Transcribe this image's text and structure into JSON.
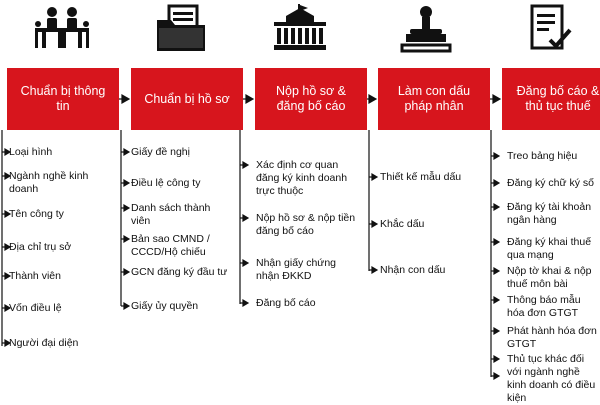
{
  "columns": [
    {
      "title": "Chuẩn bị thông tin",
      "icon": "meeting-icon",
      "items": [
        "Loại hình",
        "Ngành nghề kinh doanh",
        "Tên công ty",
        "Địa chỉ trụ sở",
        "Thành viên",
        "Vốn điều lệ",
        "Người đại diện"
      ]
    },
    {
      "title": "Chuẩn bị hồ sơ",
      "icon": "folder-icon",
      "items": [
        "Giấy đề nghị",
        "Điều lệ công ty",
        "Danh sách thành viên",
        "Bản sao CMND / CCCD/Hộ chiếu",
        "GCN đăng ký đầu tư",
        "Giấy ủy quyền"
      ]
    },
    {
      "title": "Nộp hồ sơ & đăng bố cáo",
      "icon": "government-building-icon",
      "items": [
        "Xác định cơ quan đăng ký kinh doanh trực thuộc",
        "Nộp hồ sơ & nộp tiền đăng bố cáo",
        "Nhận giấy chứng nhận ĐKKD",
        "Đăng bố cáo"
      ]
    },
    {
      "title": "Làm con dấu pháp nhân",
      "icon": "stamp-icon",
      "items": [
        "Thiết kế mẫu dấu",
        "Khắc dấu",
        "Nhận con dấu"
      ]
    },
    {
      "title": "Đăng bố cáo & thủ tục thuế",
      "icon": "checklist-icon",
      "items": [
        "Treo bảng hiệu",
        "Đăng ký chữ ký số",
        "Đăng ký tài khoản ngân hàng",
        "Đăng ký khai thuế qua mạng",
        "Nộp tờ khai & nộp thuế môn bài",
        "Thông báo mẫu hóa đơn GTGT",
        "Phát hành hóa đơn GTGT",
        "Thủ tục khác đối với ngành nghề kinh doanh có điều kiện"
      ]
    }
  ]
}
